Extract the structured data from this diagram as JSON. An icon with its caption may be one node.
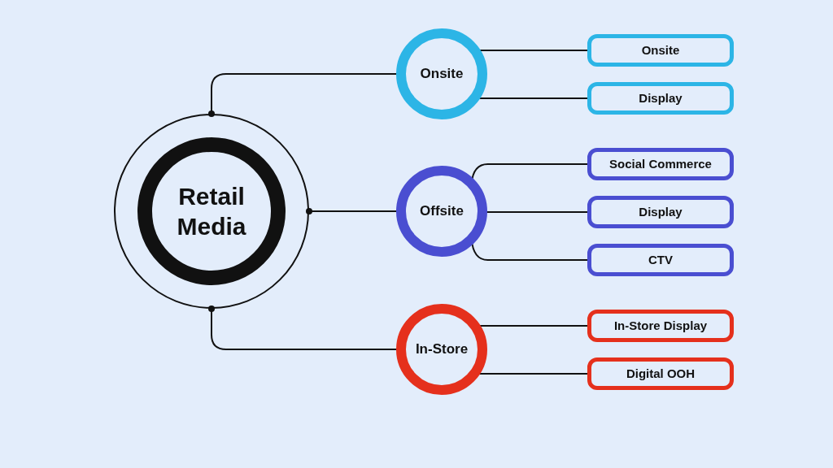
{
  "diagram": {
    "nodes": [
      {
        "text": [
          "Retail Media"
        ]
      },
      {
        "text": [
          "Onsite"
        ]
      },
      {
        "text": [
          "Onsite"
        ]
      },
      {
        "text": [
          "Display"
        ]
      },
      {
        "text": [
          "Offsite"
        ]
      },
      {
        "text": [
          "Social Commerce"
        ]
      },
      {
        "text": [
          "Display"
        ]
      },
      {
        "text": [
          "CTV"
        ]
      },
      {
        "text": [
          "In-Store"
        ]
      },
      {
        "text": [
          "In-Store Display"
        ]
      },
      {
        "text": [
          "Digital OOH"
        ]
      }
    ],
    "edges": [
      {
        "from": 0,
        "to": 1,
        "arrow": "other"
      },
      {
        "from": 0,
        "to": 4,
        "arrow": "other"
      },
      {
        "from": 0,
        "to": 8,
        "arrow": "other"
      },
      {
        "from": 1,
        "to": 2,
        "arrow": "other"
      },
      {
        "from": 1,
        "to": 3,
        "arrow": "other"
      },
      {
        "from": 4,
        "to": 5,
        "arrow": "other"
      },
      {
        "from": 4,
        "to": 6,
        "arrow": "other"
      },
      {
        "from": 4,
        "to": 7,
        "arrow": "other"
      },
      {
        "from": 8,
        "to": 9,
        "arrow": "other"
      },
      {
        "from": 8,
        "to": 10,
        "arrow": "other"
      }
    ]
  }
}
